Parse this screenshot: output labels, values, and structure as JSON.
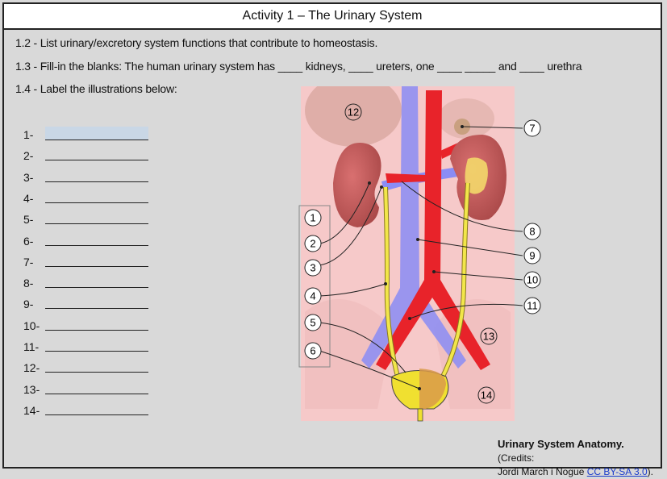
{
  "title": "Activity 1 – The Urinary System",
  "questions": {
    "q12": "1.2 - List urinary/excretory system functions that contribute to homeostasis.",
    "q13": "1.3 - Fill-in the blanks: The human urinary system has ____ kidneys, ____ ureters, one ____ _____ and ____ urethra",
    "q14": "1.4 - Label the illustrations below:"
  },
  "blanks": [
    "1-",
    "2-",
    "3-",
    "4-",
    "5-",
    "6-",
    "7-",
    "8-",
    "9-",
    "10-",
    "11-",
    "12-",
    "13-",
    "14-"
  ],
  "diagram_labels": [
    "1",
    "2",
    "3",
    "4",
    "5",
    "6",
    "7",
    "8",
    "9",
    "10",
    "11",
    "12",
    "13",
    "14"
  ],
  "credit": {
    "title": "Urinary System Anatomy.",
    "credits_prefix": "(Credits:",
    "author": "Jordi March i Nogue",
    "license": "CC BY-SA 3.0",
    "suffix": ")."
  },
  "colors": {
    "artery": "#e8232a",
    "vein": "#8a8cf5",
    "ureter": "#f2e64a",
    "kidney": "#c85a5a",
    "bladder": "#f0e030"
  }
}
